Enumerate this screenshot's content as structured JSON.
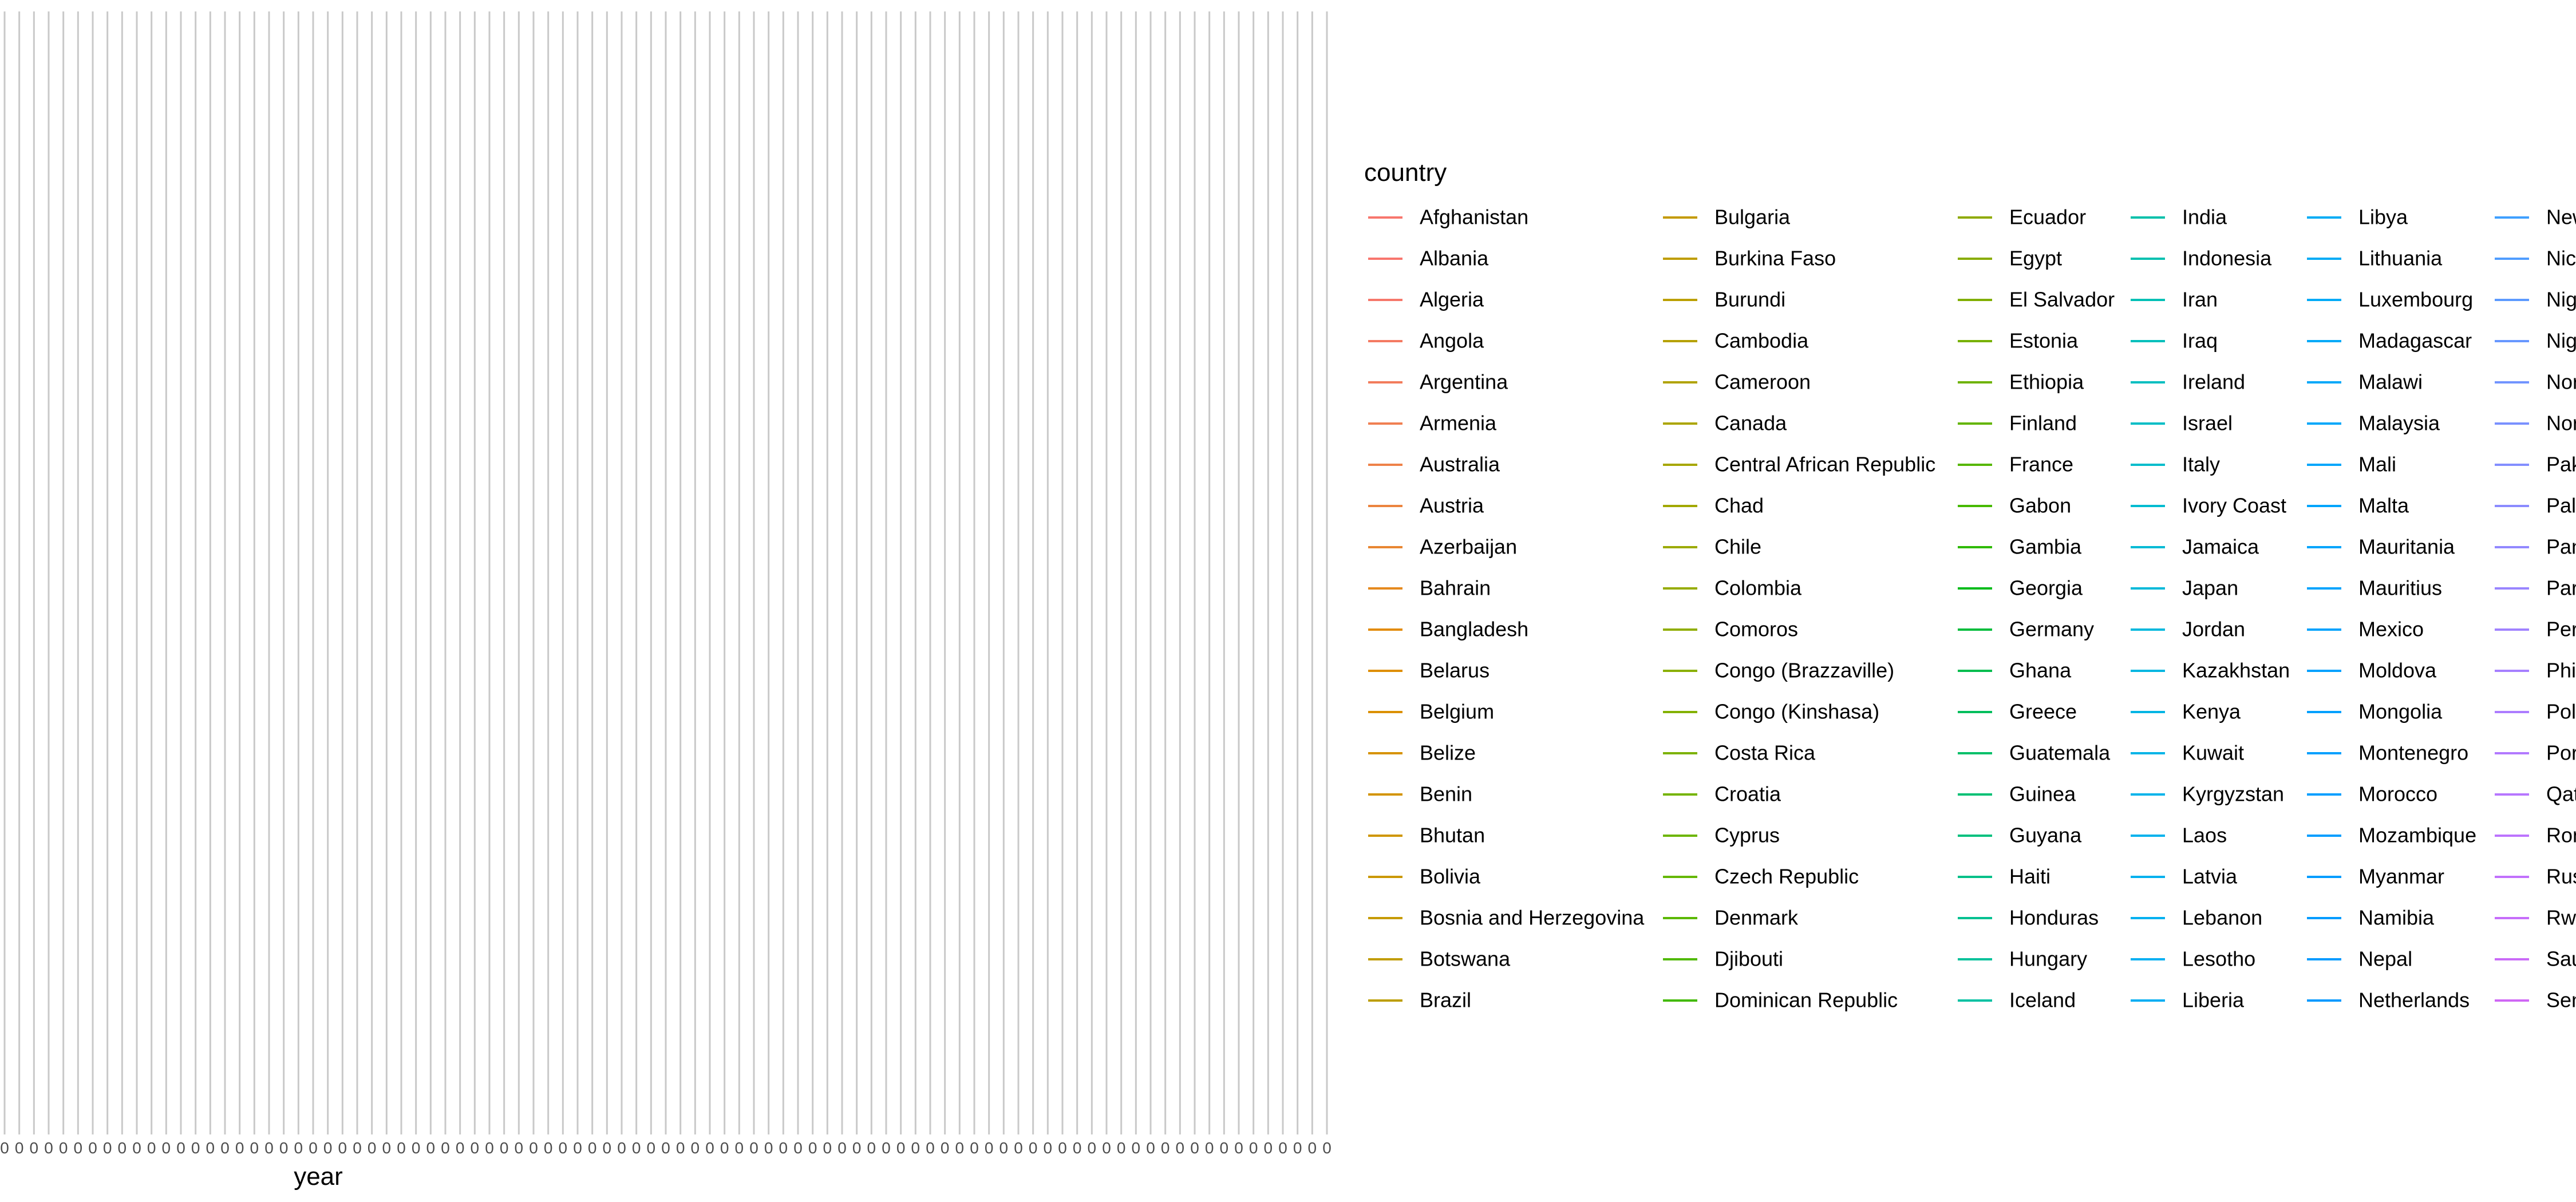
{
  "chart_data": {
    "type": "line",
    "xlabel": "year",
    "ylabel": "",
    "grid": true,
    "legend_title": "country",
    "legend_position": "right",
    "tick_count": 91,
    "series": [
      {
        "name": "Afghanistan",
        "color": "#F8766D"
      },
      {
        "name": "Albania",
        "color": "#F8766D"
      },
      {
        "name": "Algeria",
        "color": "#F6776A"
      },
      {
        "name": "Angola",
        "color": "#F47A62"
      },
      {
        "name": "Argentina",
        "color": "#F27C5B"
      },
      {
        "name": "Armenia",
        "color": "#F07F52"
      },
      {
        "name": "Australia",
        "color": "#EE8149"
      },
      {
        "name": "Austria",
        "color": "#EB843E"
      },
      {
        "name": "Azerbaijan",
        "color": "#E88631"
      },
      {
        "name": "Bahrain",
        "color": "#E5891E"
      },
      {
        "name": "Bangladesh",
        "color": "#E28B08"
      },
      {
        "name": "Belarus",
        "color": "#DE8E00"
      },
      {
        "name": "Belgium",
        "color": "#DB9000"
      },
      {
        "name": "Belize",
        "color": "#D79200"
      },
      {
        "name": "Benin",
        "color": "#D39400"
      },
      {
        "name": "Bhutan",
        "color": "#CF9600"
      },
      {
        "name": "Bolivia",
        "color": "#CA9800"
      },
      {
        "name": "Bosnia and Herzegovina",
        "color": "#C69A00"
      },
      {
        "name": "Botswana",
        "color": "#C19C00"
      },
      {
        "name": "Brazil",
        "color": "#BC9E00"
      },
      {
        "name": "Bulgaria",
        "color": "#C49A00"
      },
      {
        "name": "Burkina Faso",
        "color": "#BF9D00"
      },
      {
        "name": "Burundi",
        "color": "#BB9F00"
      },
      {
        "name": "Cambodia",
        "color": "#B6A100"
      },
      {
        "name": "Cameroon",
        "color": "#B1A300"
      },
      {
        "name": "Canada",
        "color": "#ACA500"
      },
      {
        "name": "Central African Republic",
        "color": "#A7A700"
      },
      {
        "name": "Chad",
        "color": "#A2A800"
      },
      {
        "name": "Chile",
        "color": "#9CAA00"
      },
      {
        "name": "Colombia",
        "color": "#96AC00"
      },
      {
        "name": "Comoros",
        "color": "#90AD00"
      },
      {
        "name": "Congo (Brazzaville)",
        "color": "#8AAF00"
      },
      {
        "name": "Congo (Kinshasa)",
        "color": "#83B100"
      },
      {
        "name": "Costa Rica",
        "color": "#7CB200"
      },
      {
        "name": "Croatia",
        "color": "#75B400"
      },
      {
        "name": "Cyprus",
        "color": "#6DB500"
      },
      {
        "name": "Czech Republic",
        "color": "#64B700"
      },
      {
        "name": "Denmark",
        "color": "#5BB800"
      },
      {
        "name": "Djibouti",
        "color": "#50B900"
      },
      {
        "name": "Dominican Republic",
        "color": "#42BA00"
      },
      {
        "name": "Ecuador",
        "color": "#8FAA00"
      },
      {
        "name": "Egypt",
        "color": "#88AC00"
      },
      {
        "name": "El Salvador",
        "color": "#80AE00"
      },
      {
        "name": "Estonia",
        "color": "#77B100"
      },
      {
        "name": "Ethiopia",
        "color": "#6EB300"
      },
      {
        "name": "Finland",
        "color": "#63B500"
      },
      {
        "name": "France",
        "color": "#56B700"
      },
      {
        "name": "Gabon",
        "color": "#46B900"
      },
      {
        "name": "Gambia",
        "color": "#2EBA00"
      },
      {
        "name": "Georgia",
        "color": "#00BB1A"
      },
      {
        "name": "Germany",
        "color": "#00BC3B"
      },
      {
        "name": "Ghana",
        "color": "#00BD4E"
      },
      {
        "name": "Greece",
        "color": "#00BE5C"
      },
      {
        "name": "Guatemala",
        "color": "#00BF69"
      },
      {
        "name": "Guinea",
        "color": "#00C074"
      },
      {
        "name": "Guyana",
        "color": "#00C07E"
      },
      {
        "name": "Haiti",
        "color": "#00C088"
      },
      {
        "name": "Honduras",
        "color": "#00C191"
      },
      {
        "name": "Hungary",
        "color": "#00C19A"
      },
      {
        "name": "Iceland",
        "color": "#00C1A2"
      },
      {
        "name": "India",
        "color": "#00C0AA"
      },
      {
        "name": "Indonesia",
        "color": "#00C0B0"
      },
      {
        "name": "Iran",
        "color": "#00C0B5"
      },
      {
        "name": "Iraq",
        "color": "#00BFBB"
      },
      {
        "name": "Ireland",
        "color": "#00BEC0"
      },
      {
        "name": "Israel",
        "color": "#00BDC6"
      },
      {
        "name": "Italy",
        "color": "#00BCCB"
      },
      {
        "name": "Ivory Coast",
        "color": "#00BBD0"
      },
      {
        "name": "Jamaica",
        "color": "#00BAD5"
      },
      {
        "name": "Japan",
        "color": "#00B9D9"
      },
      {
        "name": "Jordan",
        "color": "#00B8DD"
      },
      {
        "name": "Kazakhstan",
        "color": "#00B6E1"
      },
      {
        "name": "Kenya",
        "color": "#00B5E4"
      },
      {
        "name": "Kuwait",
        "color": "#00B4E7"
      },
      {
        "name": "Kyrgyzstan",
        "color": "#00B3EA"
      },
      {
        "name": "Laos",
        "color": "#00B2EC"
      },
      {
        "name": "Latvia",
        "color": "#00B1EE"
      },
      {
        "name": "Lebanon",
        "color": "#00B0F0"
      },
      {
        "name": "Lesotho",
        "color": "#00AFF2"
      },
      {
        "name": "Liberia",
        "color": "#00AEF3"
      },
      {
        "name": "Libya",
        "color": "#00ACF5"
      },
      {
        "name": "Lithuania",
        "color": "#00ABF6"
      },
      {
        "name": "Luxembourg",
        "color": "#00AAF7"
      },
      {
        "name": "Madagascar",
        "color": "#00A9F8"
      },
      {
        "name": "Malawi",
        "color": "#00A8F9"
      },
      {
        "name": "Malaysia",
        "color": "#00A7FA"
      },
      {
        "name": "Mali",
        "color": "#00A6FB"
      },
      {
        "name": "Malta",
        "color": "#00A5FC"
      },
      {
        "name": "Mauritania",
        "color": "#00A4FC"
      },
      {
        "name": "Mauritius",
        "color": "#00A3FD"
      },
      {
        "name": "Mexico",
        "color": "#00A2FD"
      },
      {
        "name": "Moldova",
        "color": "#00A1FE"
      },
      {
        "name": "Mongolia",
        "color": "#00A0FE"
      },
      {
        "name": "Montenegro",
        "color": "#009FFE"
      },
      {
        "name": "Morocco",
        "color": "#009EFF"
      },
      {
        "name": "Mozambique",
        "color": "#009DFF"
      },
      {
        "name": "Myanmar",
        "color": "#009CFF"
      },
      {
        "name": "Namibia",
        "color": "#009BFF"
      },
      {
        "name": "Nepal",
        "color": "#009AFF"
      },
      {
        "name": "Netherlands",
        "color": "#0099FF"
      },
      {
        "name": "New Zealand",
        "color": "#3FA0FF"
      },
      {
        "name": "Nicaragua",
        "color": "#4F9DFF"
      },
      {
        "name": "Niger",
        "color": "#5C9AFF"
      },
      {
        "name": "Nigeria",
        "color": "#6797FF"
      },
      {
        "name": "North Macedonia",
        "color": "#7194FF"
      },
      {
        "name": "Norway",
        "color": "#7A91FF"
      },
      {
        "name": "Pakistan",
        "color": "#838EFF"
      },
      {
        "name": "Palestine",
        "color": "#8B8BFF"
      },
      {
        "name": "Panama",
        "color": "#9288FF"
      },
      {
        "name": "Paraguay",
        "color": "#9985FF"
      },
      {
        "name": "Peru",
        "color": "#A082FF"
      },
      {
        "name": "Philippines",
        "color": "#A67FFF"
      },
      {
        "name": "Poland",
        "color": "#AC7CFF"
      },
      {
        "name": "Portugal",
        "color": "#B279FF"
      },
      {
        "name": "Qatar",
        "color": "#B776FF"
      },
      {
        "name": "Romania",
        "color": "#BC73FE"
      },
      {
        "name": "Russia",
        "color": "#C170FC"
      },
      {
        "name": "Rwanda",
        "color": "#C66DFA"
      },
      {
        "name": "Saudi Arabia",
        "color": "#CA6AF8"
      },
      {
        "name": "Senegal",
        "color": "#CF67F5"
      }
    ]
  }
}
